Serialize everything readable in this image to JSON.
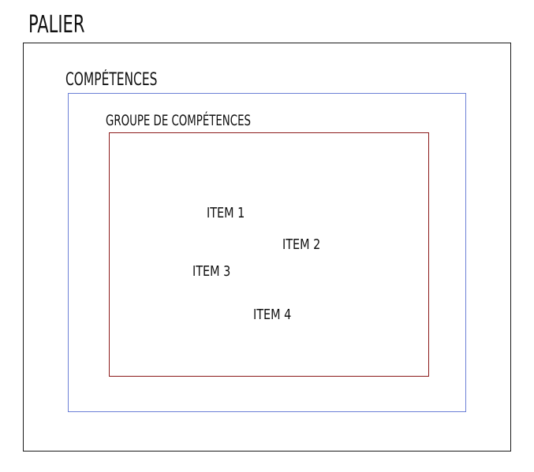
{
  "palier": {
    "label": "PALIER",
    "border_color": "#1a1a1a"
  },
  "competences": {
    "label": "COMPÉTENCES",
    "border_color": "#6b7fd6"
  },
  "groupe": {
    "label": "GROUPE DE COMPÉTENCES",
    "border_color": "#8b1a1a"
  },
  "items": [
    {
      "label": "ITEM 1"
    },
    {
      "label": "ITEM 2"
    },
    {
      "label": "ITEM 3"
    },
    {
      "label": "ITEM 4"
    }
  ]
}
